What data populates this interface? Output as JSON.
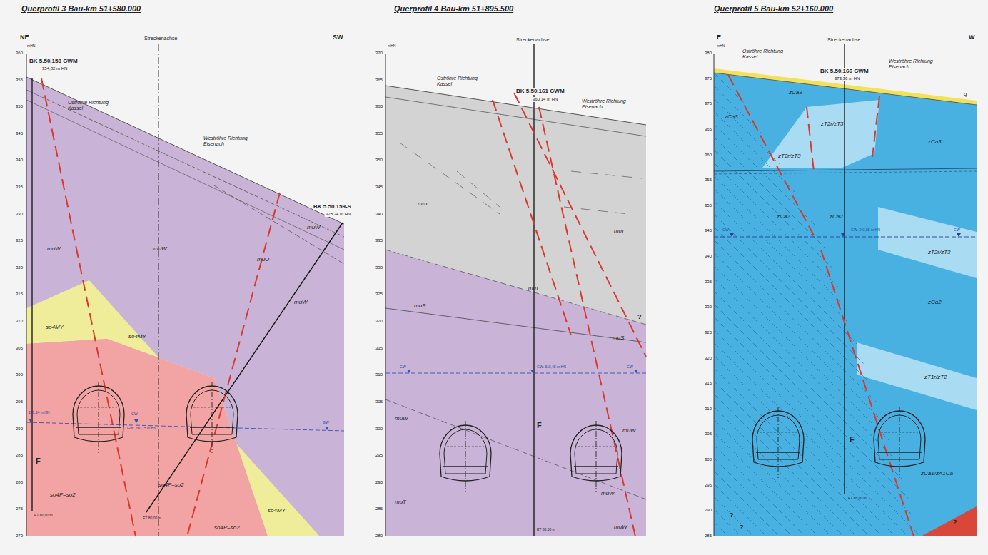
{
  "diagram": {
    "labels": [
      "Querprofil 3 Bau-km 51+580.000",
      "NE",
      "SW",
      "mHN",
      "360",
      "355",
      "350",
      "345",
      "340",
      "335",
      "330",
      "325",
      "320",
      "315",
      "310",
      "305",
      "300",
      "295",
      "290",
      "285",
      "280",
      "275",
      "270",
      "BK 5.50.158 GWM",
      "354,82 m HN",
      "Oströhre Richtung Kassel",
      "Streckenachse",
      "Weströhre Richtung Eisenach",
      "BK 5.50.159-S",
      "328,24 m HN",
      "muW",
      "muO",
      "muW",
      "muW",
      "muW",
      "so4MY",
      "so4MY",
      "so4MY",
      "so4P–so2",
      "so4P–so2",
      "so4P–so2",
      "F",
      "291,24 m HN",
      "GW",
      "GW: 290,15 m HN",
      "GW",
      "ET 80,00 m",
      "ET 80,00 m",
      "Querprofil 4 Bau-km 51+895.500",
      "mHN",
      "370",
      "365",
      "360",
      "355",
      "350",
      "345",
      "340",
      "335",
      "330",
      "325",
      "320",
      "315",
      "310",
      "305",
      "300",
      "295",
      "290",
      "285",
      "280",
      "Streckenachse",
      "Oströhre Richtung Kassel",
      "BK 5.50.161 GWM",
      "360,14 m HN",
      "Weströhre Richtung Eisenach",
      "mm",
      "mm",
      "mm",
      "muS",
      "muS",
      "?",
      "GW",
      "GW: 310,48 m HN",
      "GW",
      "muW",
      "muW",
      "muW",
      "muW",
      "muT",
      "F",
      "ET 80,00 m",
      "Querprofil 5 Bau-km 52+160.000",
      "E",
      "W",
      "mHN",
      "380",
      "375",
      "370",
      "365",
      "360",
      "355",
      "350",
      "345",
      "340",
      "335",
      "330",
      "325",
      "320",
      "315",
      "310",
      "305",
      "300",
      "295",
      "290",
      "285",
      "Streckenachse",
      "BK 5.50.166 GWM",
      "373,30 m HN",
      "Oströhre Richtung Kassel",
      "Weströhre Richtung Eisenach",
      "q",
      "zCa3",
      "zCa3",
      "zCa3",
      "zT2r/zT3",
      "zT2r/zT3",
      "zT2r/zT3",
      "zCa2",
      "zCa2",
      "zCa2",
      "zT1r/zT2",
      "zCa1/zA1Ca",
      "F",
      "?",
      "?",
      "?",
      "GW",
      "GW: 343,88 m HN",
      "GW",
      "ET 80,00 m"
    ]
  }
}
